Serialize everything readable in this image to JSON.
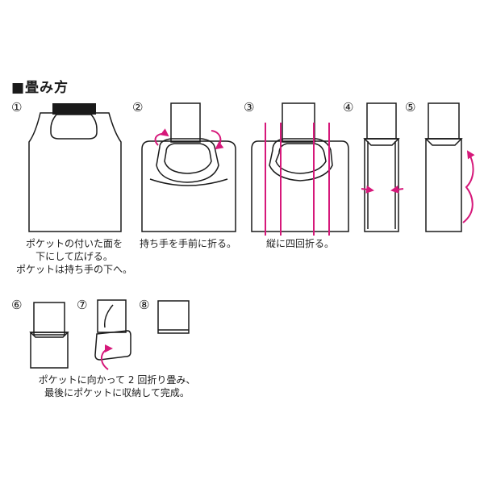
{
  "title": "■畳み方",
  "steps": {
    "s1": {
      "num": "①",
      "caption_line1": "ポケットの付いた面を",
      "caption_line2": "下にして広げる。",
      "caption_line3": "ポケットは持ち手の下へ。"
    },
    "s2": {
      "num": "②",
      "caption": "持ち手を手前に折る。"
    },
    "s3": {
      "num": "③",
      "caption": "縦に四回折る。"
    },
    "s4": {
      "num": "④"
    },
    "s5": {
      "num": "⑤"
    },
    "s6": {
      "num": "⑥"
    },
    "s7": {
      "num": "⑦"
    },
    "s8": {
      "num": "⑧"
    },
    "bottom_caption_line1": "ポケットに向かって 2 回折り畳み、",
    "bottom_caption_line2": "最後にポケットに収納して完成。"
  },
  "colors": {
    "line": "#1a1a1a",
    "accent": "#d6187a"
  }
}
